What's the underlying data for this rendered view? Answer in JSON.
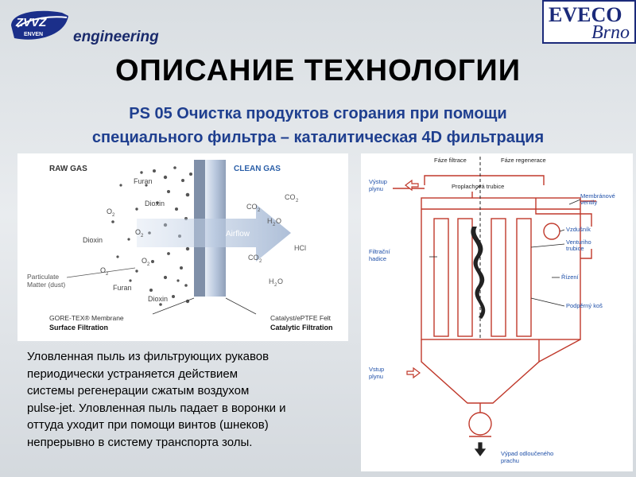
{
  "header": {
    "logo_badge_line1": "ZVVZ",
    "logo_badge_line2": "ENVEN",
    "logo_text": "engineering",
    "partner_line1": "EVECO",
    "partner_line2": "Brno"
  },
  "title": "ОПИСАНИЕ ТЕХНОЛОГИИ",
  "subtitle_line1": "PS 05 Очистка продуктов сгорания при помощи",
  "subtitle_line2": "специального фильтра – каталитическая 4D фильтрация",
  "left_diagram": {
    "raw_gas": "RAW GAS",
    "clean_gas": "CLEAN GAS",
    "airflow": "Airflow",
    "raw_labels": {
      "furan1": "Furan",
      "dioxin1": "Dioxin",
      "o2_a": "O",
      "o2_b": "O",
      "o2_c": "O",
      "o2_d": "O",
      "dioxin2": "Dioxin",
      "furan2": "Furan",
      "dioxin3": "Dioxin",
      "sub2": "2"
    },
    "clean_labels": {
      "co2_a": "CO",
      "co2_b": "CO",
      "co2_c": "CO",
      "h2o_a": "H",
      "h2o_b": "H",
      "hcl": "HCl",
      "o_suffix": "O",
      "sub2": "2"
    },
    "particulate_line1": "Particulate",
    "particulate_line2": "Matter (dust)",
    "membrane_label": "GORE-TEX® Membrane",
    "surface_filtration": "Surface Filtration",
    "catalyst_label": "Catalyst/ePTFE Felt",
    "catalytic_filtration": "Catalytic Filtration"
  },
  "right_diagram": {
    "faze_filtrace": "Fáze filtrace",
    "faze_regenerace": "Fáze regenerace",
    "vystup_line1": "Výstup",
    "vystup_line2": "plynu",
    "proplachova": "Proplachová trubice",
    "membranove_line1": "Membránové",
    "membranove_line2": "ventily",
    "vzdusnik": "Vzdušník",
    "venturiho_line1": "Venturiho",
    "venturiho_line2": "trubice",
    "filtracni_line1": "Filtrační",
    "filtracni_line2": "hadice",
    "rizeni": "Řízení",
    "podperny": "Podpěrný koš",
    "vstup_line1": "Vstup",
    "vstup_line2": "plynu",
    "vypad_line1": "Výpad odloučeného",
    "vypad_line2": "prachu"
  },
  "description": [
    "Уловленная пыль из фильтрующих рукавов",
    "периодически устраняется действием",
    "системы регенерации сжатым воздухом",
    "pulse-jet. Уловленная пыль падает в воронки и",
    "оттуда уходит при помощи винтов (шнеков)",
    "непрерывно в систему транспорта золы."
  ],
  "colors": {
    "title_blue": "#1f3f8f",
    "diagram_red": "#c0392b",
    "diagram_label_blue": "#1e4fa8"
  }
}
